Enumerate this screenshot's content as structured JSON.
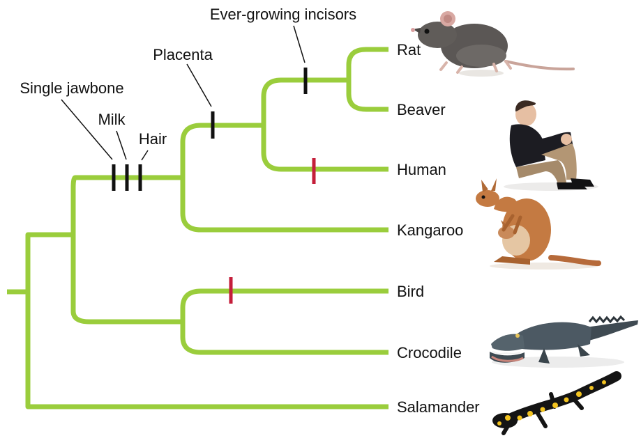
{
  "colors": {
    "branch": "#9acd3c",
    "mark_shared": "#111111",
    "mark_unique": "#c41e3a",
    "text": "#111111"
  },
  "taxa": {
    "rat": "Rat",
    "beaver": "Beaver",
    "human": "Human",
    "kangaroo": "Kangaroo",
    "bird": "Bird",
    "crocodile": "Crocodile",
    "salamander": "Salamander"
  },
  "traits": {
    "incisors": "Ever-growing incisors",
    "placenta": "Placenta",
    "jawbone": "Single jawbone",
    "milk": "Milk",
    "hair": "Hair"
  },
  "images": {
    "rat": "rat-photo",
    "human": "human-photo",
    "kangaroo": "kangaroo-photo",
    "crocodile": "crocodile-photo",
    "salamander": "salamander-photo"
  }
}
